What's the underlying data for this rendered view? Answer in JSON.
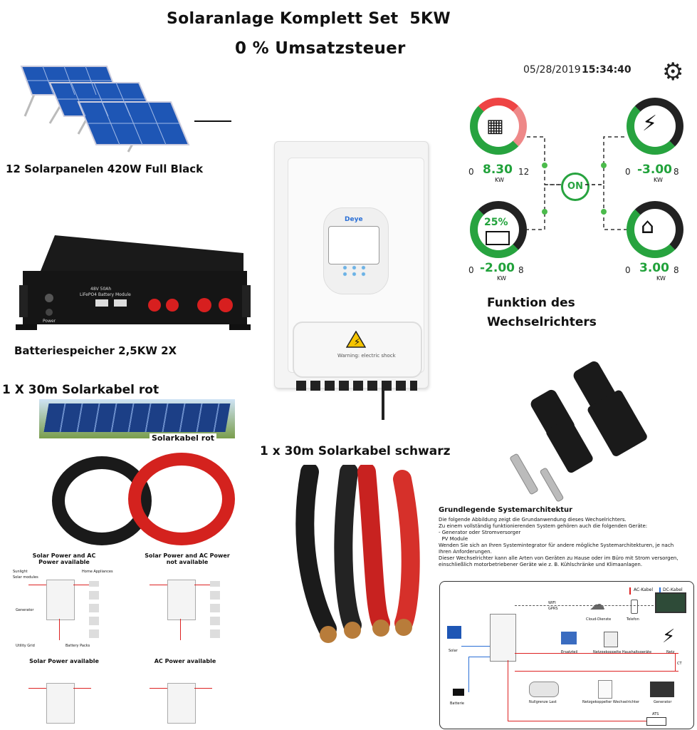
{
  "header": {
    "title": "Solaranlage Komplett Set  5KW",
    "subtitle": "0 % Umsatzsteuer"
  },
  "captions": {
    "panels": "12 Solarpanelen 420W Full Black",
    "battery": "Batteriespeicher 2,5KW 2X",
    "cable_red": "1 X 30m Solarkabel rot",
    "cable_black": "1 x 30m Solarkabel schwarz",
    "inverter_function": "Funktion des Wechselrichters",
    "cable_red_label": "Solarkabel rot"
  },
  "monitor": {
    "date": "05/28/2019",
    "time": "15:34:40",
    "pv": {
      "min": "0",
      "value": "8.30",
      "unit": "KW",
      "max": "12"
    },
    "grid": {
      "min": "0",
      "value": "-3.00",
      "unit": "KW",
      "max": "8"
    },
    "battery": {
      "min": "0",
      "value": "-2.00",
      "unit": "KW",
      "max": "8",
      "soc": "25%"
    },
    "load": {
      "min": "0",
      "value": "3.00",
      "unit": "KW",
      "max": "8"
    },
    "status": "ON"
  },
  "inverter": {
    "brand": "Deye",
    "warning": "Warning: electric shock"
  },
  "battery_module": {
    "label_top": "48V 50Ah",
    "label_main": "LiFePO4 Battery Module",
    "power_label": "Power"
  },
  "diagrams": [
    {
      "title": "Solar Power and AC Power available"
    },
    {
      "title": "Solar Power and AC Power not available"
    },
    {
      "title": "Solar Power available"
    },
    {
      "title": "AC Power available"
    }
  ],
  "diagram_labels": {
    "sunlight": "Sunlight",
    "solar_modules": "Solar modules",
    "home_appliances": "Home Appliances",
    "generator": "Generator",
    "utility_grid": "Utility Grid",
    "battery_packs": "Battery Packs"
  },
  "architecture": {
    "heading": "Grundlegende Systemarchitektur",
    "lines": [
      "Die folgende Abbildung zeigt die Grundanwendung dieses Wechselrichters.",
      "Zu einem vollständig funktionierenden System gehören auch die folgenden Geräte:",
      "- Generator oder Stromversorger",
      "  PV Module",
      "Wenden Sie sich an Ihren Systemintegrator für andere mögliche Systemarchitekturen, je nach",
      "Ihren Anforderungen.",
      "Dieser Wechselrichter kann alle Arten von Geräten zu Hause oder im Büro mit Strom versorgen,",
      "einschließlich motorbetriebener Geräte wie z. B. Kühlschränke und Klimaanlagen."
    ],
    "legend_ac": "AC-Kabel",
    "legend_dc": "DC-Kabel",
    "nodes": {
      "wifi": "WIFI",
      "gprs": "GPRS",
      "cloud": "Cloud-Dienste",
      "phone": "Telefon",
      "solar": "Solar",
      "ersatzteil": "Ersatzteil",
      "netzgekoppelt": "Netzgekoppelte Haushaltsgeräte",
      "netz": "Netz",
      "batterie": "Batterie",
      "nullgrenze": "Nullgrenze Last",
      "wechselrichter": "Netzgekoppelter Wechselrichter",
      "generator": "Generator",
      "ct": "CT",
      "ats": "ATS"
    }
  }
}
